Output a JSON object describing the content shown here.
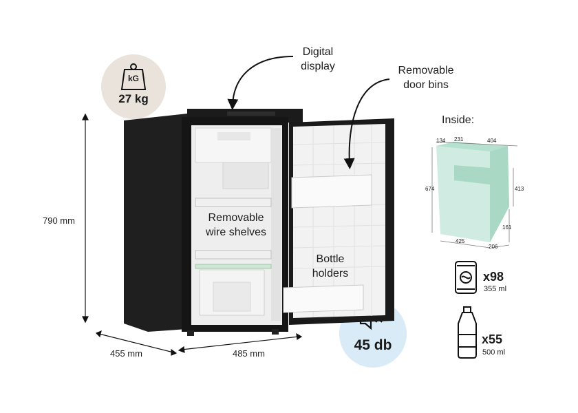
{
  "weight": {
    "value": "27 kg",
    "icon_text": "kG"
  },
  "noise": {
    "value": "45 db"
  },
  "callouts": {
    "display_line1": "Digital",
    "display_line2": "display",
    "bins_line1": "Removable",
    "bins_line2": "door bins",
    "shelves_line1": "Removable",
    "shelves_line2": "wire shelves",
    "bottle_line1": "Bottle",
    "bottle_line2": "holders"
  },
  "dimensions": {
    "height": "790 mm",
    "depth": "455 mm",
    "width": "485 mm"
  },
  "inside": {
    "title": "Inside:",
    "dims": [
      "134",
      "231",
      "404",
      "674",
      "413",
      "161",
      "425",
      "206"
    ]
  },
  "capacity": {
    "cans_count": "x98",
    "cans_size": "355 ml",
    "bottles_count": "x55",
    "bottles_size": "500 ml"
  },
  "icons": [
    "weight-icon",
    "mute-speaker-icon",
    "can-icon",
    "bottle-icon"
  ]
}
